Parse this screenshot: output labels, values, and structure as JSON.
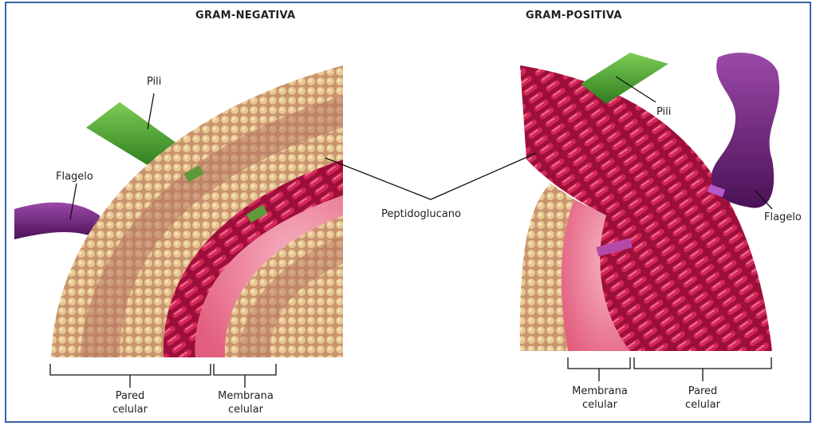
{
  "headers": {
    "gram_negative": "GRAM-NEGATIVA",
    "gram_positive": "GRAM-POSITIVA"
  },
  "labels": {
    "pili_left": "Pili",
    "flagelo_left": "Flagelo",
    "peptidoglucano": "Peptidoglucano",
    "pili_right": "Pili",
    "flagelo_right": "Flagelo",
    "pared_left": [
      "Pared",
      "celular"
    ],
    "membrana_left": [
      "Membrana",
      "celular"
    ],
    "membrana_right": [
      "Membrana",
      "celular"
    ],
    "pared_right": [
      "Pared",
      "celular"
    ]
  },
  "colors": {
    "frame": "#3a64a8",
    "lipid_head": "#e3c28a",
    "lipid_tail": "#b97a62",
    "peptidoglycan": "#c2184f",
    "peptidoglycan_light": "#e8607e",
    "periplasm": "#ef8fa3",
    "pili": "#4aa82f",
    "flagellum": "#6a1f7a",
    "porin": "#5f9a3a"
  }
}
